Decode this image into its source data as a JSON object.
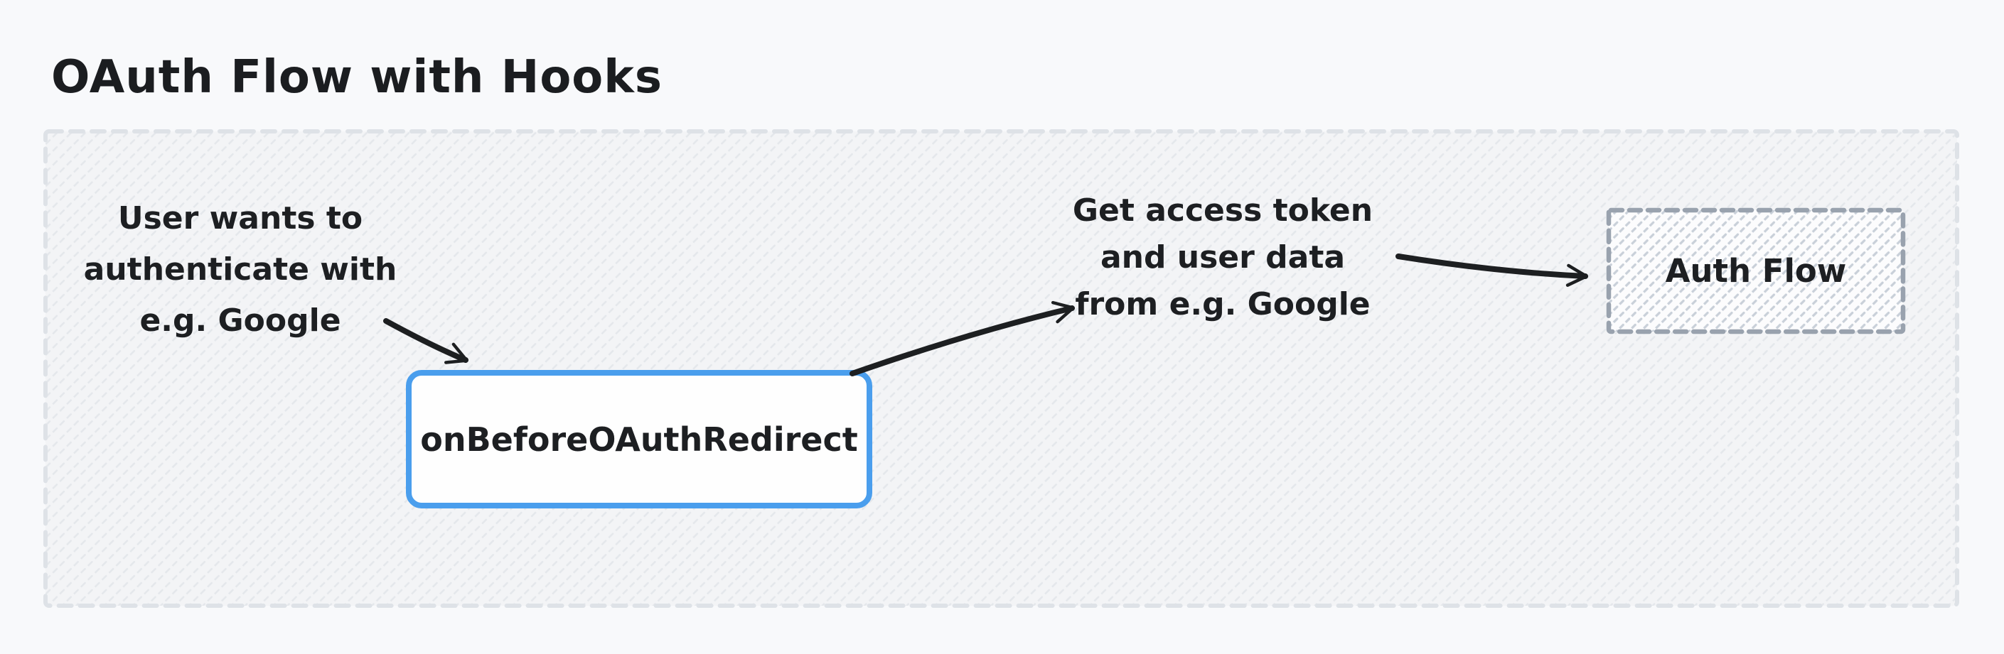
{
  "title": "OAuth Flow with Hooks",
  "annotations": [
    {
      "text": "User wants to\nauthenticate with\ne.g. Google"
    },
    {
      "text": "Get access token\nand user data\nfrom e.g. Google"
    }
  ],
  "nodes": [
    {
      "label": "onBeforeOAuthRedirect"
    },
    {
      "label": "Auth Flow"
    }
  ],
  "colors": {
    "accent_blue": "#4a9eed",
    "arrow_black": "#1d1f21",
    "node_dash_gray": "#99a2ae",
    "frame_dash_gray": "#dee2e7",
    "frame_fill": "#f3f4f6",
    "page_background": "#f8f9fb"
  }
}
